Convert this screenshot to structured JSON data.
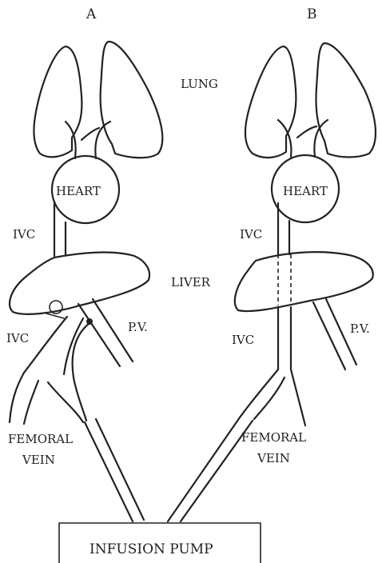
{
  "panels": {
    "a": {
      "title": "A",
      "heart": "HEART",
      "ivc_upper": "IVC",
      "ivc_lower": "IVC",
      "pv": "P.V.",
      "femoral_line1": "FEMORAL",
      "femoral_line2": "VEIN"
    },
    "b": {
      "title": "B",
      "heart": "HEART",
      "ivc_upper": "IVC",
      "ivc_lower": "IVC",
      "pv": "P.V.",
      "femoral_line1": "FEMORAL",
      "femoral_line2": "VEIN"
    }
  },
  "shared": {
    "lung": "LUNG",
    "liver": "LIVER",
    "pump": "INFUSION PUMP"
  }
}
